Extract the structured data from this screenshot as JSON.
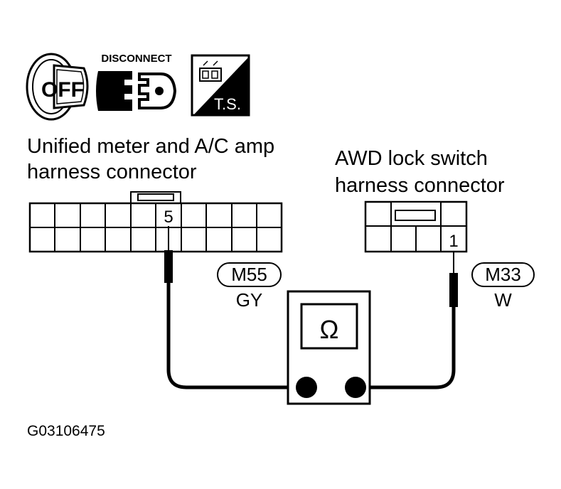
{
  "icons": {
    "ignition": {
      "label": "OFF",
      "icon": "ignition-key-off-icon"
    },
    "disconnect": {
      "label": "DISCONNECT",
      "icon": "disconnect-connector-icon"
    },
    "tool": {
      "label": "T.S.",
      "icon": "tester-tool-icon"
    }
  },
  "left_connector": {
    "title_line1": "Unified meter and A/C amp",
    "title_line2": "harness connector",
    "pin": "5",
    "code": "M55",
    "color": "GY"
  },
  "right_connector": {
    "title_line1": "AWD lock switch",
    "title_line2": "harness connector",
    "pin": "1",
    "code": "M33",
    "color": "W"
  },
  "meter": {
    "symbol": "Ω"
  },
  "figure_id": "G03106475"
}
